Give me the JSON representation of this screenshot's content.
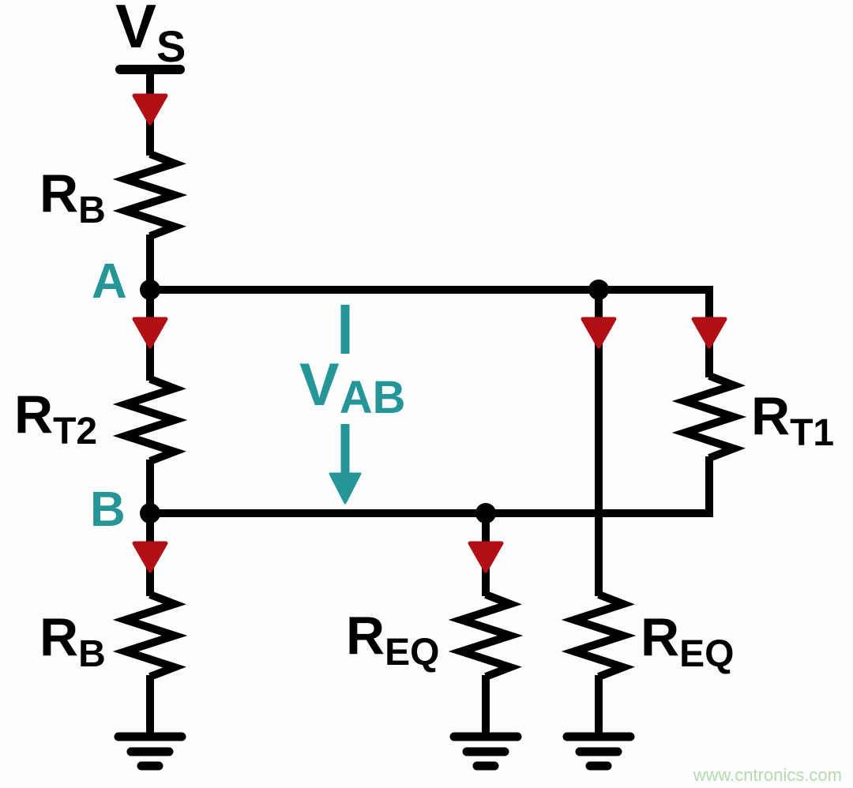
{
  "figure": {
    "type": "circuit-schematic"
  },
  "colors": {
    "wire": "#000000",
    "arrow_red": "#b01015",
    "label_teal": "#259598",
    "watermark_green": "#b6daae",
    "background": "#fcfdfd"
  },
  "labels": {
    "vs": {
      "main": "V",
      "sub": "S"
    },
    "rb_top": {
      "main": "R",
      "sub": "B"
    },
    "node_a": "A",
    "rt2": {
      "main": "R",
      "sub": "T2"
    },
    "vab": {
      "main": "V",
      "sub": "AB"
    },
    "node_b": "B",
    "rb_bottom": {
      "main": "R",
      "sub": "B"
    },
    "req_mid": {
      "main": "R",
      "sub": "EQ"
    },
    "req_right": {
      "main": "R",
      "sub": "EQ"
    },
    "rt1": {
      "main": "R",
      "sub": "T1"
    },
    "watermark": "www.cntronics.com"
  }
}
